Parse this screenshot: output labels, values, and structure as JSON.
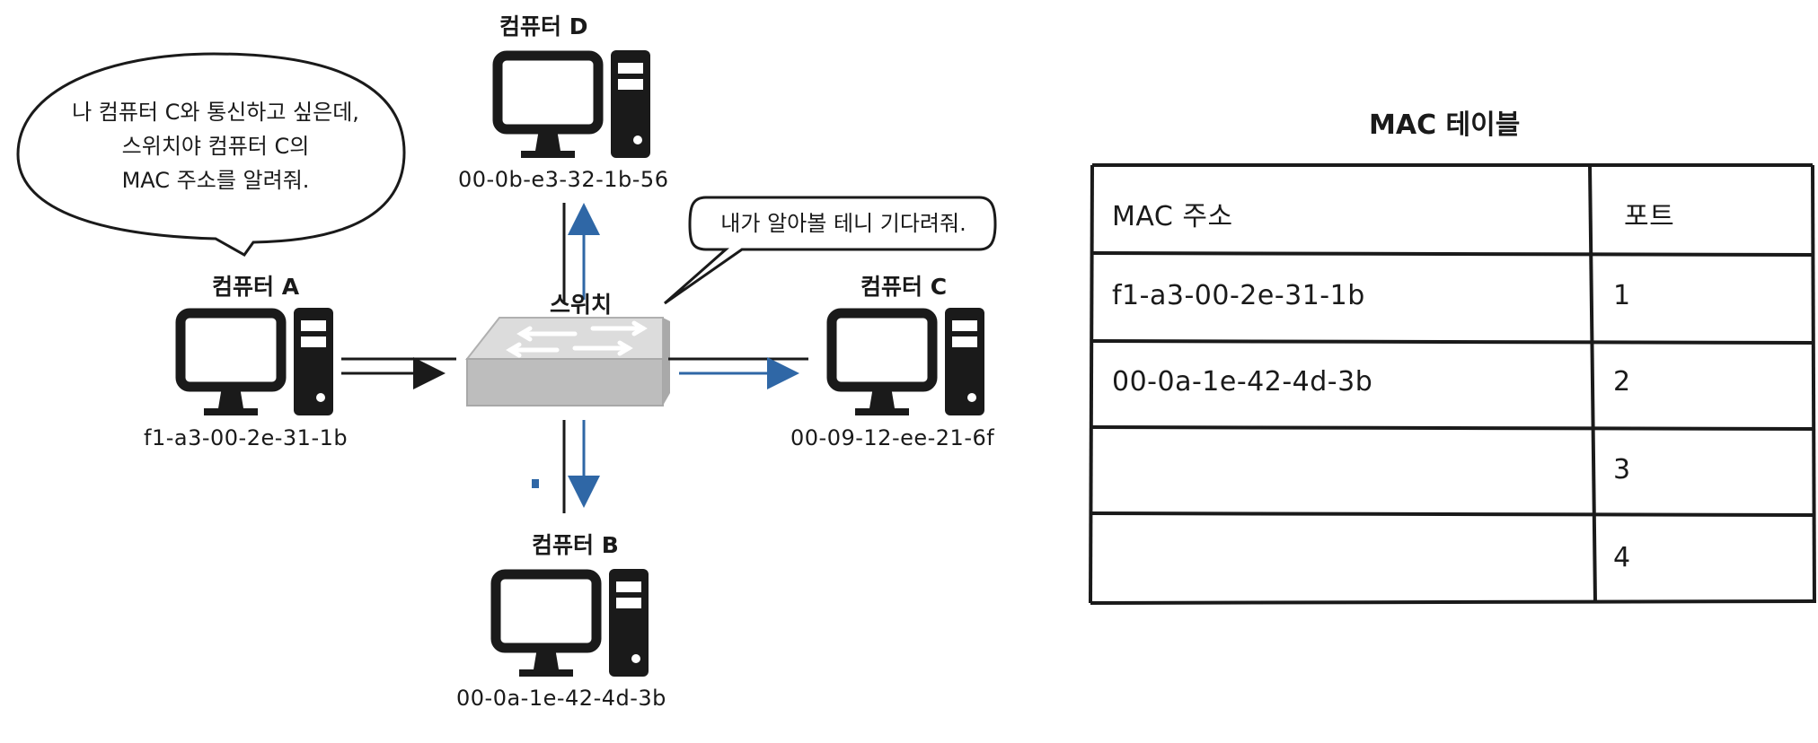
{
  "computers": {
    "a": {
      "name": "컴퓨터 A",
      "mac": "f1-a3-00-2e-31-1b"
    },
    "b": {
      "name": "컴퓨터 B",
      "mac": "00-0a-1e-42-4d-3b"
    },
    "c": {
      "name": "컴퓨터 C",
      "mac": "00-09-12-ee-21-6f"
    },
    "d": {
      "name": "컴퓨터 D",
      "mac": "00-0b-e3-32-1b-56"
    }
  },
  "switch": {
    "name": "스위치"
  },
  "bubbles": {
    "a_lines": [
      "나 컴퓨터 C와 통신하고 싶은데,",
      "스위치야 컴퓨터 C의",
      "MAC 주소를 알려줘."
    ],
    "switch": "내가 알아볼 테니 기다려줘."
  },
  "mac_table": {
    "title": "MAC 테이블",
    "headers": [
      "MAC 주소",
      "포트"
    ],
    "rows": [
      {
        "mac": "f1-a3-00-2e-31-1b",
        "port": "1"
      },
      {
        "mac": "00-0a-1e-42-4d-3b",
        "port": "2"
      },
      {
        "mac": "",
        "port": "3"
      },
      {
        "mac": "",
        "port": "4"
      }
    ]
  },
  "colors": {
    "arrow_blue": "#2f67a6",
    "line": "#1a1a1a",
    "switch_gray": "#bfbfbf"
  }
}
